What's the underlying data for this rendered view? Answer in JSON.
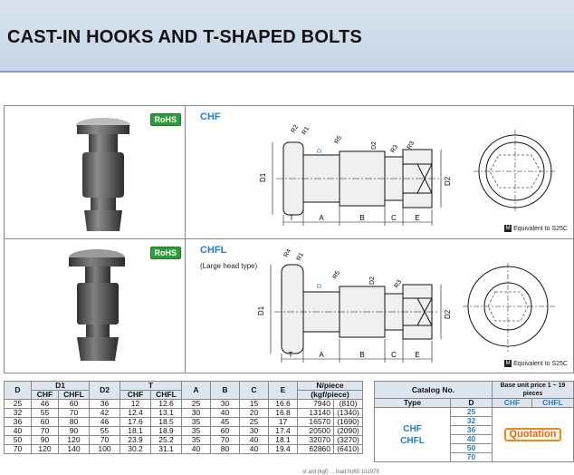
{
  "page": {
    "title": "CAST-IN HOOKS AND T-SHAPED BOLTS"
  },
  "panels": [
    {
      "rohs": "RoHS",
      "type_label": "CHF",
      "sub_label": "",
      "equiv_mark": "M",
      "equiv_text": "Equivalent to S25C",
      "dims": {
        "t": "T",
        "a": "A",
        "b": "B",
        "c": "C",
        "e": "E",
        "d1": "D1",
        "d2": "D2",
        "d": "D",
        "r2": "R2",
        "r1": "R1",
        "r5": "R5",
        "r3": "R3",
        "r3b": "R3"
      }
    },
    {
      "rohs": "RoHS",
      "type_label": "CHFL",
      "sub_label": "(Large head type)",
      "equiv_mark": "M",
      "equiv_text": "Equivalent to S25C",
      "dims": {
        "t": "T",
        "a": "A",
        "b": "B",
        "c": "C",
        "e": "E",
        "d1": "D1",
        "d2": "D2",
        "d2b": "D2",
        "d": "D",
        "r4": "R4",
        "r1": "R1",
        "r5": "R5",
        "r3": "R3"
      }
    }
  ],
  "spec_table": {
    "headers": {
      "d": "D",
      "d1": "D1",
      "chf": "CHF",
      "chfl": "CHFL",
      "d2": "D2",
      "t": "T",
      "a": "A",
      "b": "B",
      "c": "C",
      "e": "E",
      "n_piece": "N/piece",
      "kgf_piece": "(kgf/piece)"
    },
    "rows": [
      {
        "d": "25",
        "d1_chf": "46",
        "d1_chfl": "60",
        "d2": "36",
        "t_chf": "12",
        "t_chfl": "12.6",
        "a": "25",
        "b": "30",
        "c": "15",
        "e": "16.6",
        "n": "7940",
        "kgf": "810"
      },
      {
        "d": "32",
        "d1_chf": "55",
        "d1_chfl": "70",
        "d2": "42",
        "t_chf": "12.4",
        "t_chfl": "13.1",
        "a": "30",
        "b": "40",
        "c": "20",
        "e": "16.8",
        "n": "13140",
        "kgf": "1340"
      },
      {
        "d": "36",
        "d1_chf": "60",
        "d1_chfl": "80",
        "d2": "46",
        "t_chf": "17.6",
        "t_chfl": "18.5",
        "a": "35",
        "b": "45",
        "c": "25",
        "e": "17",
        "n": "16570",
        "kgf": "1690"
      },
      {
        "d": "40",
        "d1_chf": "70",
        "d1_chfl": "90",
        "d2": "55",
        "t_chf": "18.1",
        "t_chfl": "18.9",
        "a": "35",
        "b": "60",
        "c": "30",
        "e": "17.4",
        "n": "20500",
        "kgf": "2090"
      },
      {
        "d": "50",
        "d1_chf": "90",
        "d1_chfl": "120",
        "d2": "70",
        "t_chf": "23.9",
        "t_chfl": "25.2",
        "a": "35",
        "b": "70",
        "c": "40",
        "e": "18.1",
        "n": "32070",
        "kgf": "3270"
      },
      {
        "d": "70",
        "d1_chf": "120",
        "d1_chfl": "140",
        "d2": "100",
        "t_chf": "30.2",
        "t_chfl": "31.1",
        "a": "40",
        "b": "80",
        "c": "40",
        "e": "19.4",
        "n": "62860",
        "kgf": "6410"
      }
    ]
  },
  "catalog_table": {
    "header": "Catalog No.",
    "type_header": "Type",
    "d_header": "D",
    "types": [
      "CHF",
      "CHFL"
    ],
    "d_values": [
      "25",
      "32",
      "36",
      "40",
      "50",
      "70"
    ],
    "price_header": "Base unit price 1 ~ 19 pieces",
    "price_cols": [
      "CHF",
      "CHFL"
    ],
    "quotation": "Quotation"
  },
  "footer_note": "st ard (kgf) ... load N)60 101979"
}
